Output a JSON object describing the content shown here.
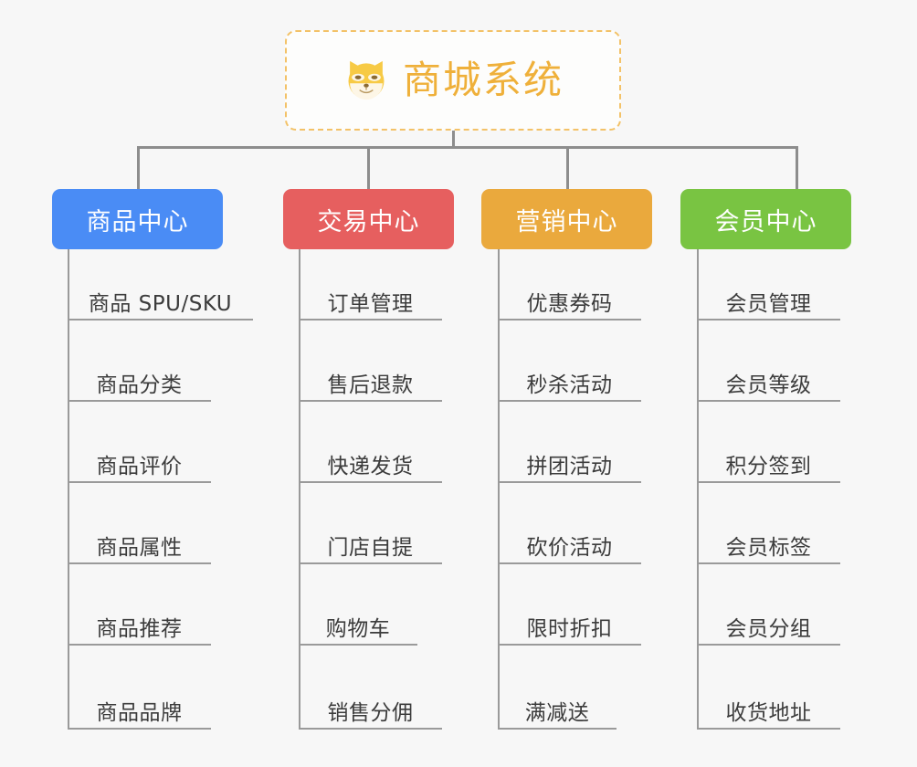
{
  "diagram": {
    "title": "商城系统",
    "background_color": "#f7f7f7",
    "root": {
      "label": "商城系统",
      "icon": "shiba-dog-face-icon",
      "text_color": "#efb03a",
      "border_color": "#f3c268",
      "border_style": "dashed",
      "background_color": "#fdfdfc"
    },
    "connector_color": "#8d8d8d",
    "leaf_line_color": "#9a9a9a",
    "columns": [
      {
        "id": "product-center",
        "label": "商品中心",
        "color": "#4a8cf5",
        "items": [
          "商品 SPU/SKU",
          "商品分类",
          "商品评价",
          "商品属性",
          "商品推荐",
          "商品品牌"
        ]
      },
      {
        "id": "trade-center",
        "label": "交易中心",
        "color": "#e65f5f",
        "items": [
          "订单管理",
          "售后退款",
          "快递发货",
          "门店自提",
          "购物车",
          "销售分佣"
        ]
      },
      {
        "id": "marketing-center",
        "label": "营销中心",
        "color": "#eaa93d",
        "items": [
          "优惠券码",
          "秒杀活动",
          "拼团活动",
          "砍价活动",
          "限时折扣",
          "满减送"
        ]
      },
      {
        "id": "member-center",
        "label": "会员中心",
        "color": "#79c442",
        "items": [
          "会员管理",
          "会员等级",
          "积分签到",
          "会员标签",
          "会员分组",
          "收货地址"
        ]
      }
    ]
  }
}
